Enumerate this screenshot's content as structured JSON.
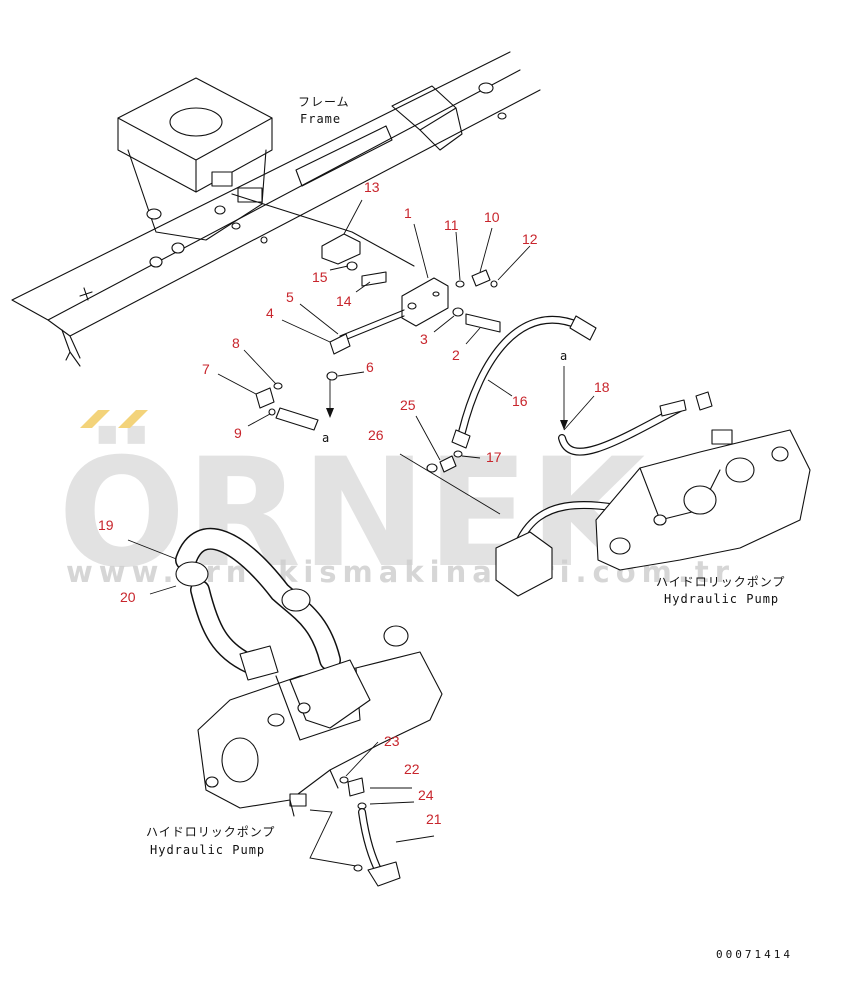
{
  "frame_label": {
    "jp": "フレーム",
    "en": "Frame"
  },
  "pump_label_right": {
    "jp": "ハイドロリックポンプ",
    "en": "Hydraulic Pump"
  },
  "pump_label_left": {
    "jp": "ハイドロリックポンプ",
    "en": "Hydraulic Pump"
  },
  "ref_a_1": "a",
  "ref_a_2": "a",
  "drawing_number": "00071414",
  "watermark": {
    "brand": "ÖRNEK",
    "url": "www.ornekismakinalari.com.tr",
    "accent": "#f3d37a"
  },
  "callouts": {
    "c1": "1",
    "c2": "2",
    "c3": "3",
    "c4": "4",
    "c5": "5",
    "c6": "6",
    "c7": "7",
    "c8": "8",
    "c9": "9",
    "c10": "10",
    "c11": "11",
    "c12": "12",
    "c13": "13",
    "c14": "14",
    "c15": "15",
    "c16": "16",
    "c17": "17",
    "c18": "18",
    "c19": "19",
    "c20": "20",
    "c21": "21",
    "c22": "22",
    "c23": "23",
    "c24": "24",
    "c25": "25",
    "c26": "26"
  },
  "colors": {
    "callout": "#c8252c",
    "line": "#111111",
    "watermark": "#d9d9d9"
  }
}
